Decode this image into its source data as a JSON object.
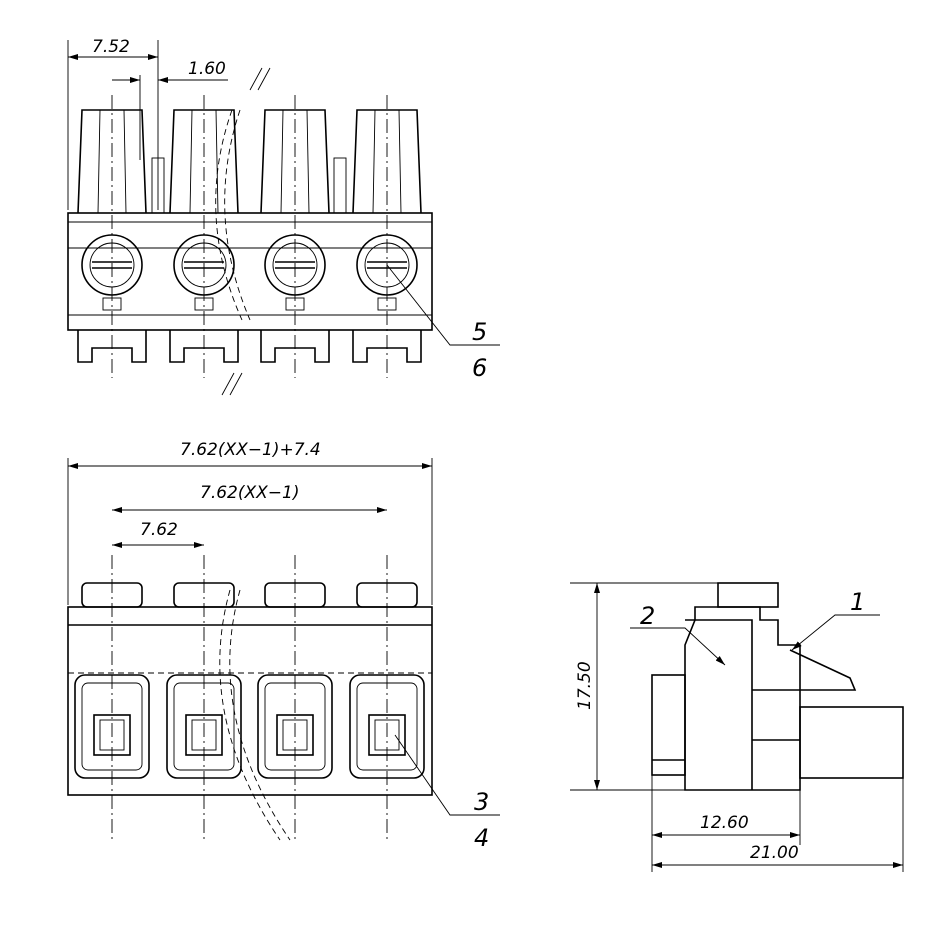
{
  "top_view": {
    "dim_pitch_offset": "7.52",
    "dim_gap": "1.60",
    "callout_upper": "5",
    "callout_lower": "6"
  },
  "front_view": {
    "dim_overall": "7.62(XX−1)+7.4",
    "dim_span": "7.62(XX−1)",
    "dim_pitch": "7.62",
    "callout_upper": "3",
    "callout_lower": "4"
  },
  "side_view": {
    "dim_height": "17.50",
    "dim_depth_inner": "12.60",
    "dim_depth_total": "21.00",
    "callout_1": "1",
    "callout_2": "2"
  }
}
